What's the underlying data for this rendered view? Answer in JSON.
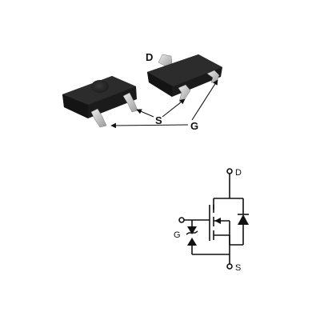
{
  "package_labels": {
    "drain": "D",
    "source": "S",
    "gate": "G"
  },
  "schematic_labels": {
    "drain": "D",
    "gate": "G",
    "source": "S"
  },
  "colors": {
    "body_dark": "#1a1a1a",
    "body_top": "#2a2a2a",
    "lead_light": "#d8d8d8",
    "lead_shadow": "#8a8a8a",
    "line": "#111111"
  }
}
